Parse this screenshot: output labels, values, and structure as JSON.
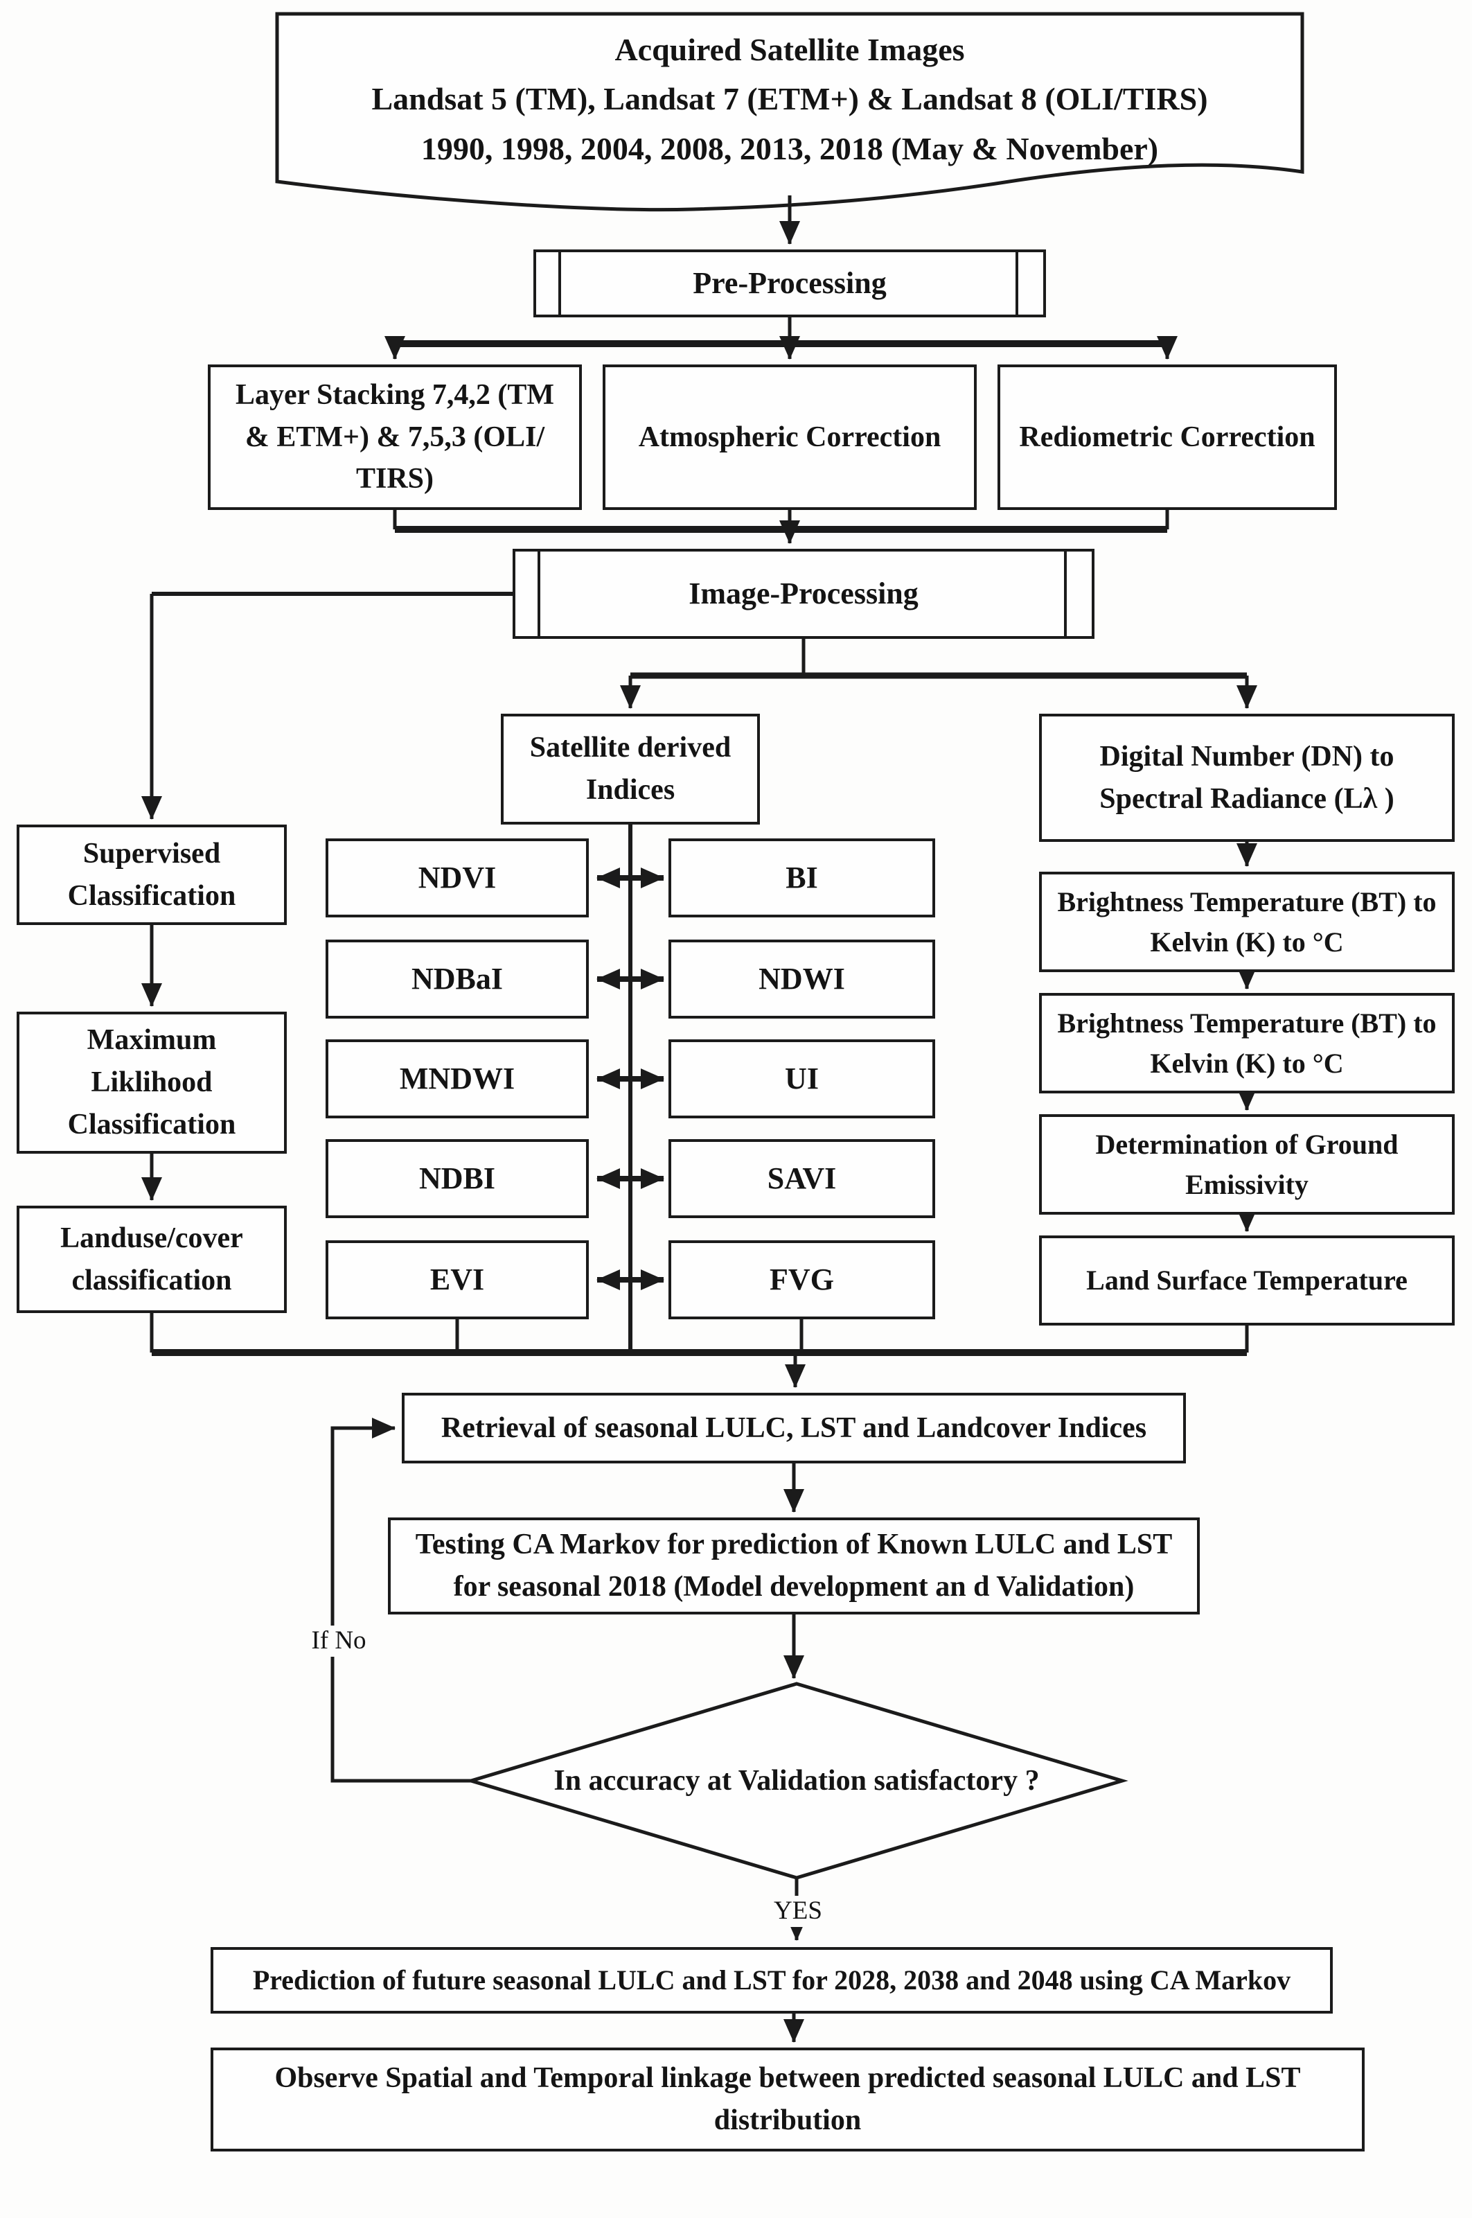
{
  "nodes": {
    "acquired": {
      "line1": "Acquired Satellite Images",
      "line2": "Landsat 5 (TM), Landsat 7 (ETM+) & Landsat 8 (OLI/TIRS)",
      "line3": "1990, 1998, 2004, 2008, 2013, 2018 (May & November)"
    },
    "pre_processing": "Pre-Processing",
    "layer_stacking": "Layer Stacking 7,4,2 (TM & ETM+) & 7,5,3 (OLI/ TIRS)",
    "atmospheric_correction": "Atmospheric Correction",
    "radiometric_correction": "Rediometric Correction",
    "image_processing": "Image-Processing",
    "satellite_indices": "Satellite derived Indices",
    "digital_number": "Digital Number (DN) to Spectral Radiance (Lλ )",
    "supervised": "Supervised Classification",
    "max_likelihood": "Maximum Liklihood Classification",
    "landuse": "Landuse/cover classification",
    "bt_kelvin_1": "Brightness Temperature (BT) to Kelvin (K) to °C",
    "bt_kelvin_2": "Brightness Temperature (BT) to Kelvin (K) to °C",
    "ground_emissivity": "Determination of Ground Emissivity",
    "land_surface_temp": "Land Surface Temperature",
    "retrieval": "Retrieval of seasonal LULC, LST and Landcover Indices",
    "testing": "Testing CA Markov for prediction of Known LULC and LST for seasonal 2018 (Model development an d Validation)",
    "decision": "In accuracy at Validation satisfactory ?",
    "prediction": "Prediction of future seasonal LULC and LST for 2028, 2038 and 2048 using CA Markov",
    "observe": "Observe Spatial and Temporal linkage between predicted seasonal LULC and LST distribution"
  },
  "index_pairs": {
    "left": [
      "NDVI",
      "NDBaI",
      "MNDWI",
      "NDBI",
      "EVI"
    ],
    "right": [
      "BI",
      "NDWI",
      "UI",
      "SAVI",
      "FVG"
    ]
  },
  "labels": {
    "if_no": "If No",
    "yes": "YES"
  },
  "colors": {
    "line": "#1b1b1b",
    "background": "#fdfdfc",
    "text": "#141414"
  }
}
